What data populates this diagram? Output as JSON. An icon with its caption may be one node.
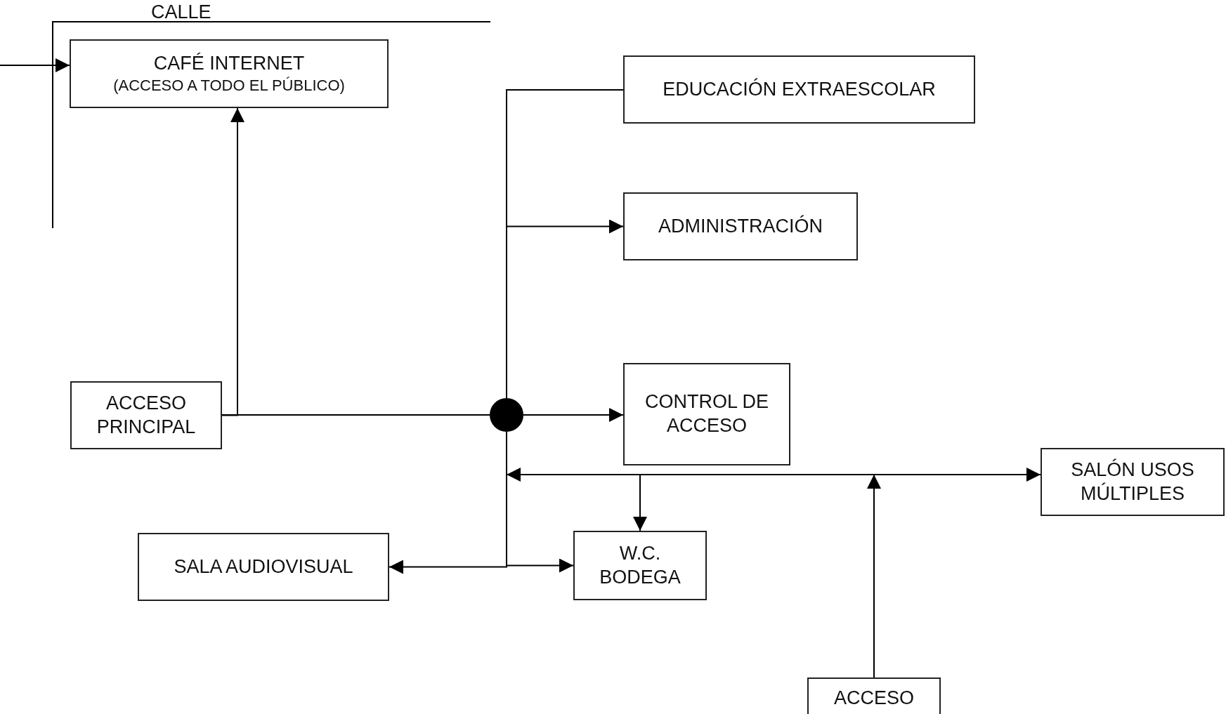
{
  "diagram": {
    "nodes": [
      {
        "text": [
          "CAFÉ INTERNET",
          "(ACCESO A TODO EL PÚBLICO)"
        ]
      },
      {
        "text": [
          "EDUCACIÓN EXTRAESCOLAR"
        ]
      },
      {
        "text": [
          "ADMINISTRACIÓN"
        ]
      },
      {
        "text": [
          "ACCESO PRINCIPAL"
        ]
      },
      {
        "text": [],
        "shape": "circle"
      },
      {
        "text": [
          "CONTROL DE ACCESO"
        ]
      },
      {
        "text": [
          "SALÓN USOS MÚLTIPLES"
        ]
      },
      {
        "text": [
          "SALA AUDIOVISUAL"
        ]
      },
      {
        "text": [
          "W.C. BODEGA"
        ]
      },
      {
        "text": [
          "ACCESO"
        ]
      }
    ],
    "edges": [
      {
        "from": null,
        "to": 0,
        "arrow": "to"
      },
      {
        "from": 3,
        "to": 0,
        "arrow": "to"
      },
      {
        "from": 3,
        "to": 4,
        "arrow": "none"
      },
      {
        "from": 1,
        "to": 4,
        "arrow": "none"
      },
      {
        "from": 4,
        "to": 2,
        "arrow": "to"
      },
      {
        "from": 4,
        "to": 5,
        "arrow": "to"
      },
      {
        "from": 4,
        "to": 7,
        "arrow": "to"
      },
      {
        "from": 4,
        "to": 8,
        "arrow": "to"
      },
      {
        "from": 9,
        "to": 4,
        "arrow": "to"
      },
      {
        "from": 9,
        "to": 6,
        "arrow": "to"
      },
      {
        "from": 9,
        "to": 8,
        "arrow": "to"
      }
    ],
    "labels": [
      "CALLE"
    ]
  }
}
